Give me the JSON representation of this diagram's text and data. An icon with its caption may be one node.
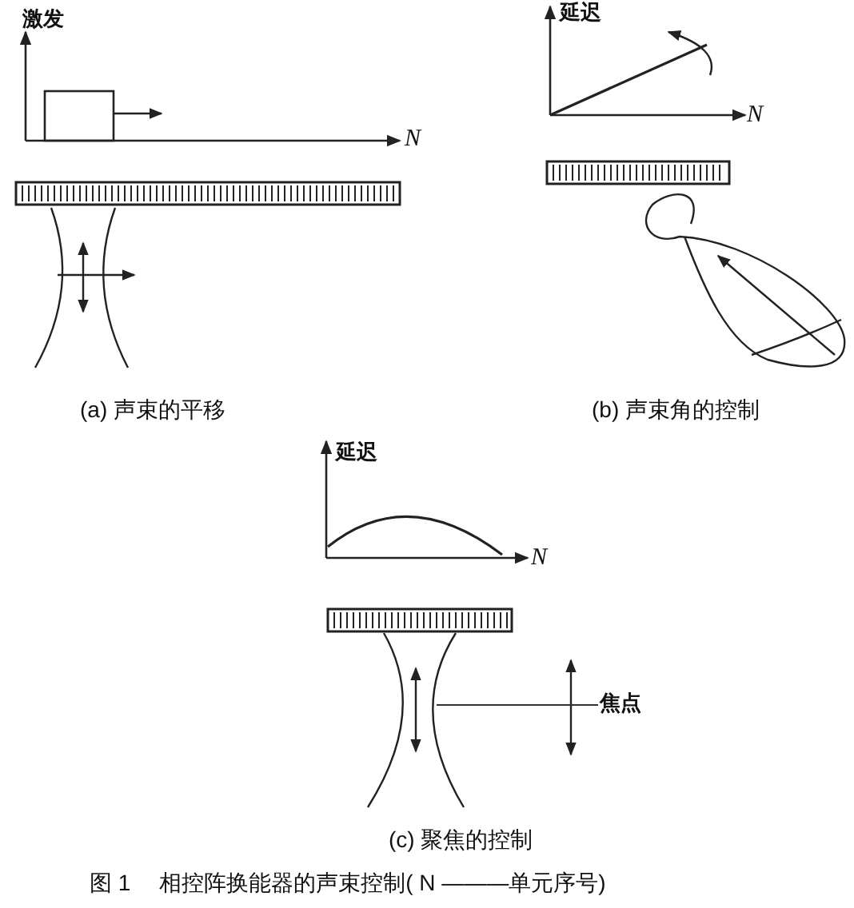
{
  "diagram": {
    "caption": "图 1　 相控阵换能器的声束控制( N ———单元序号)",
    "nodes": [
      {
        "text": [
          "焦点"
        ]
      },
      {
        "text": [],
        "shape": "picture"
      }
    ],
    "edges": [
      {
        "from": 0,
        "to": 1,
        "arrow": "none"
      }
    ],
    "labels": [
      "激发",
      "N",
      "(a)  声束的平移",
      "延迟",
      "N",
      "(b)  声束角的控制",
      "延迟",
      "N",
      "(c)  聚焦的控制"
    ]
  }
}
